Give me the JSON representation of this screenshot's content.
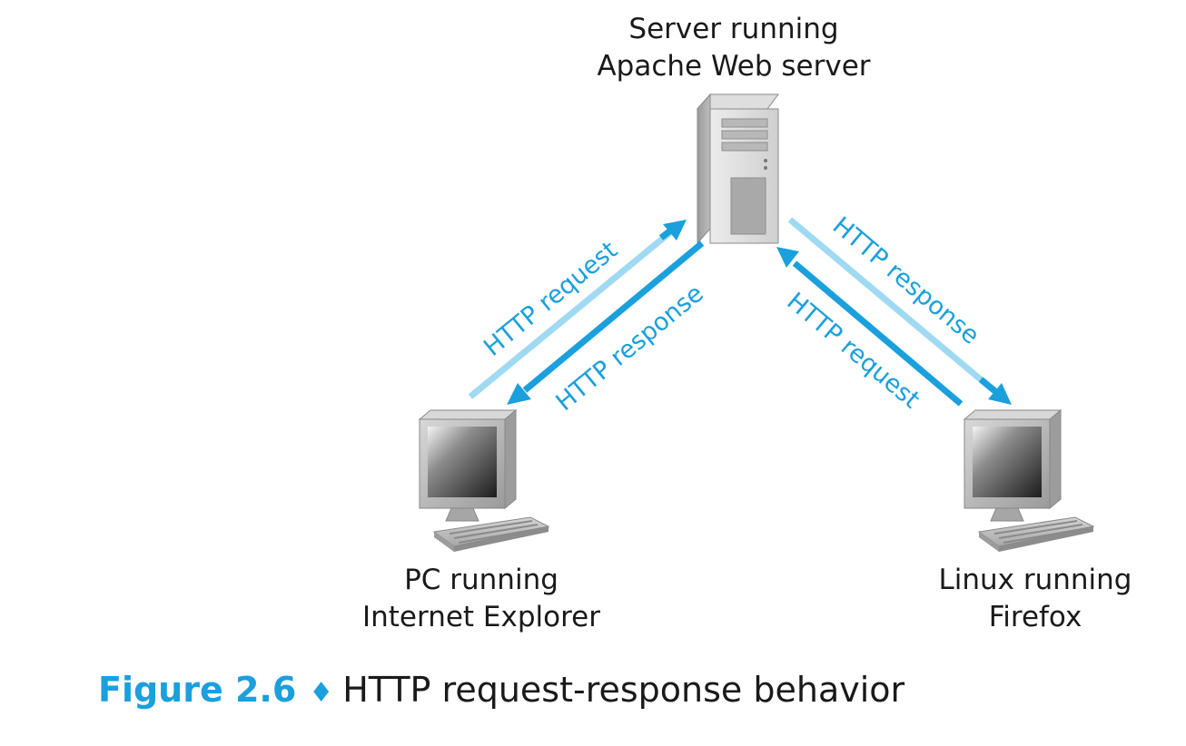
{
  "nodes": {
    "server": {
      "line1": "Server running",
      "line2": "Apache Web server"
    },
    "pc": {
      "line1": "PC running",
      "line2": "Internet Explorer"
    },
    "linux": {
      "line1": "Linux running",
      "line2": "Firefox"
    }
  },
  "arrows": {
    "left_request": "HTTP request",
    "left_response": "HTTP response",
    "right_response": "HTTP response",
    "right_request": "HTTP request"
  },
  "caption": {
    "figure_number": "Figure 2.6",
    "separator": "♦",
    "title": "HTTP request-response behavior"
  },
  "colors": {
    "arrow_dark": "#1aa0dc",
    "arrow_light": "#9fd9f2",
    "label_blue": "#1aa0dc",
    "text": "#1a1a1a"
  },
  "icons": {
    "server": "tower-server-icon",
    "pc": "desktop-computer-icon",
    "linux": "desktop-computer-icon"
  }
}
